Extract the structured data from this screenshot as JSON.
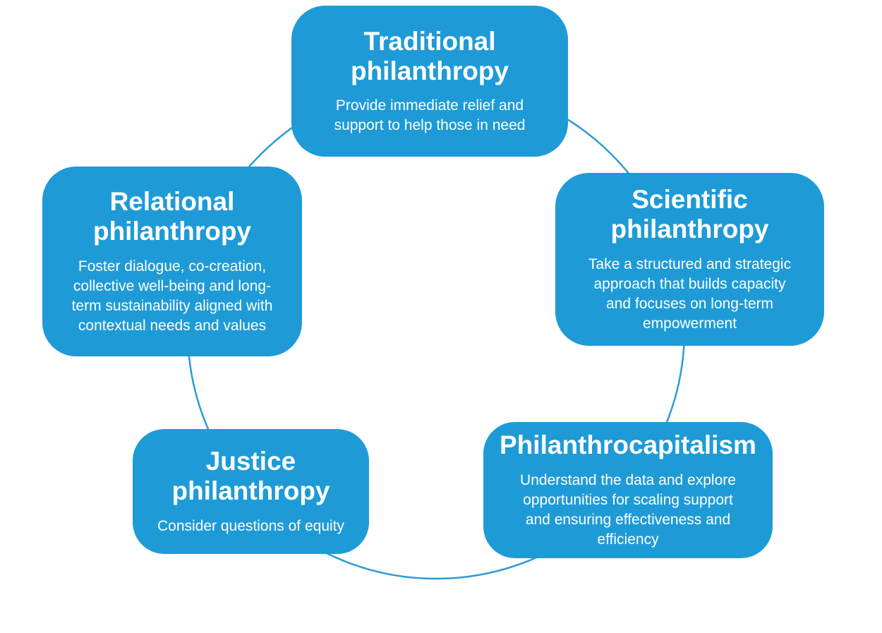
{
  "colors": {
    "background": "#FFFFFF",
    "node_fill": "#1E9BD7",
    "node_text": "#FFFFFF",
    "cycle_stroke": "#2B9CD6"
  },
  "nodes": [
    {
      "id": "traditional-philanthropy",
      "position": "top",
      "title": "Traditional philanthropy",
      "description": "Provide immediate relief and support to help those in need"
    },
    {
      "id": "scientific-philanthropy",
      "position": "right",
      "title": "Scientific philanthropy",
      "description": "Take a structured and strategic approach that builds capacity and focuses on long-term empowerment"
    },
    {
      "id": "philanthrocapitalism",
      "position": "bottom-right",
      "title": "Philanthrocapitalism",
      "description": "Understand the data and explore opportunities for scaling support and ensuring effectiveness and efficiency"
    },
    {
      "id": "justice-philanthropy",
      "position": "bottom-left",
      "title": "Justice philanthropy",
      "description": "Consider questions of equity"
    },
    {
      "id": "relational-philanthropy",
      "position": "left",
      "title": "Relational philanthropy",
      "description": "Foster dialogue, co-creation, collective well-being and long-term sustainability aligned with contextual needs and values"
    }
  ]
}
